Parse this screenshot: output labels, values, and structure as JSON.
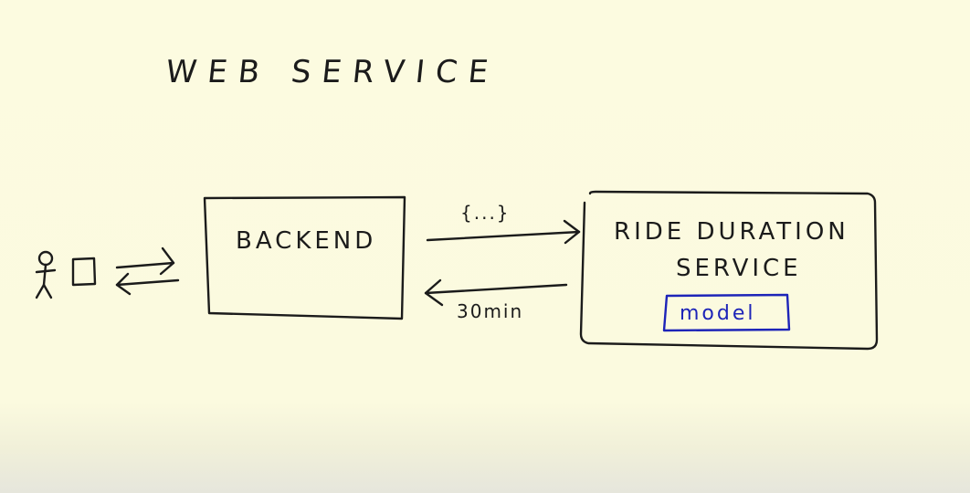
{
  "diagram": {
    "title": "WEB SERVICE",
    "nodes": {
      "backend": {
        "label": "BACKEND"
      },
      "ride_duration_service": {
        "label_line1": "RIDE DURATION",
        "label_line2": "SERVICE",
        "model_label": "model"
      }
    },
    "edges": {
      "request_label": "{...}",
      "response_label": "30min"
    },
    "icons": [
      "user-figure-icon",
      "phone-icon"
    ],
    "colors": {
      "background": "#fdfce2",
      "ink": "#1b1b1b",
      "model_ink": "#1d24b8"
    }
  }
}
